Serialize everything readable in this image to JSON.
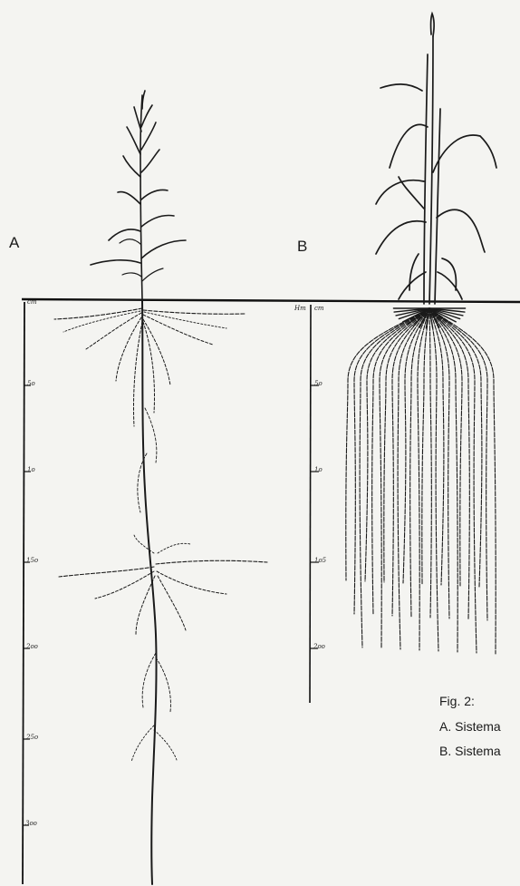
{
  "figure": {
    "label_a": "A",
    "label_b": "B",
    "caption": {
      "title": "Fig. 2:",
      "line_a": "A. Sistema",
      "line_b": "B. Sistema"
    }
  },
  "scale_a": {
    "ticks": [
      "cm",
      "5o",
      "1o",
      "15o",
      "2oo",
      "25o",
      "3oo"
    ]
  },
  "scale_b": {
    "unit_left": "Hm",
    "ticks": [
      "cm",
      "5o",
      "1o",
      "1o5",
      "2oo"
    ]
  },
  "colors": {
    "ink": "#1a1a1a",
    "paper": "#f4f4f1"
  }
}
